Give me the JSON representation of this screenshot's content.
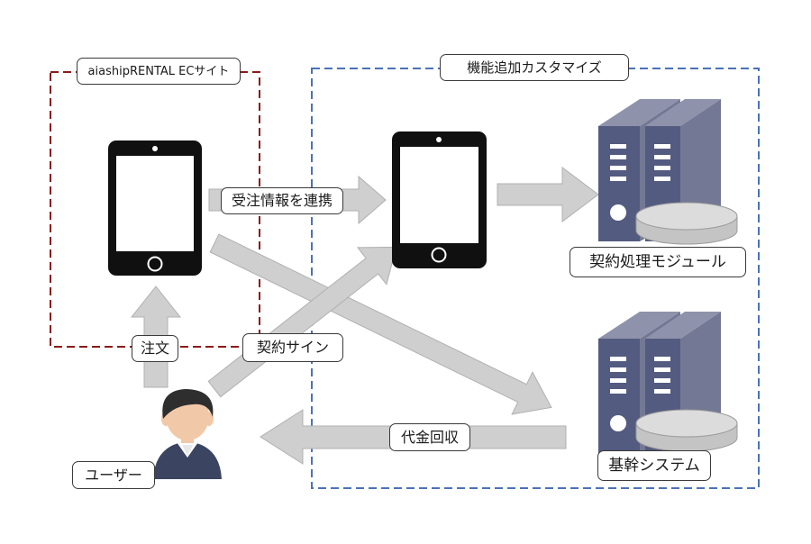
{
  "colors": {
    "ec_site_border": "#8b1a1a",
    "custom_border": "#4a72b8",
    "arrow_fill": "#cfcfcf",
    "arrow_stroke": "#b0b0b0",
    "device_body": "#101010",
    "server_front": "#545b80",
    "server_side": "#737894",
    "disk": "#d6d6d6",
    "user_suit": "#3b4561",
    "user_hair": "#2e2e2e",
    "user_skin": "#f2c9a8"
  },
  "groups": {
    "ec_site_label": "aiashipRENTAL ECサイト",
    "custom_label": "機能追加カスタマイズ"
  },
  "flows": {
    "order_sync": "受注情報を連携",
    "order": "注文",
    "contract_sign": "契約サイン",
    "payment_collection": "代金回収"
  },
  "nodes": {
    "contract_module": "契約処理モジュール",
    "core_system": "基幹システム",
    "user": "ユーザー"
  },
  "icons": {
    "ec_device": "smartphone-icon",
    "custom_device": "smartphone-icon",
    "module_server": "server-rack-icon",
    "core_server": "server-rack-icon",
    "user": "person-icon"
  }
}
